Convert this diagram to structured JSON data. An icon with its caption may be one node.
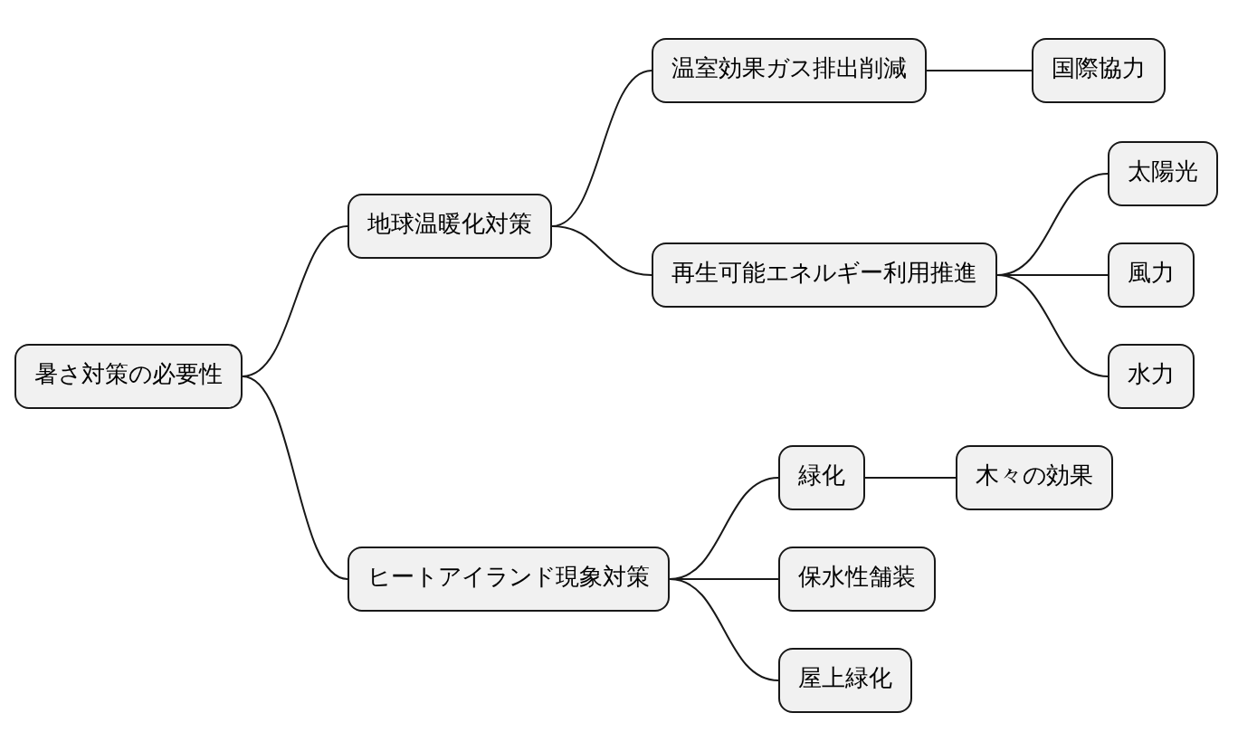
{
  "diagram": {
    "nodes": [
      {
        "text": [
          "暑さ対策の必要性"
        ]
      },
      {
        "text": [
          "地球温暖化対策"
        ]
      },
      {
        "text": [
          "温室効果ガス排出削減"
        ]
      },
      {
        "text": [
          "国際協力"
        ]
      },
      {
        "text": [
          "再生可能エネルギー利用推進"
        ]
      },
      {
        "text": [
          "太陽光"
        ]
      },
      {
        "text": [
          "風力"
        ]
      },
      {
        "text": [
          "水力"
        ]
      },
      {
        "text": [
          "ヒートアイランド現象対策"
        ]
      },
      {
        "text": [
          "緑化"
        ]
      },
      {
        "text": [
          "木々の効果"
        ]
      },
      {
        "text": [
          "保水性舗装"
        ]
      },
      {
        "text": [
          "屋上緑化"
        ]
      }
    ],
    "edges": [
      {
        "from": 0,
        "to": 1,
        "arrow": "none"
      },
      {
        "from": 1,
        "to": 2,
        "arrow": "none"
      },
      {
        "from": 2,
        "to": 3,
        "arrow": "none"
      },
      {
        "from": 1,
        "to": 4,
        "arrow": "none"
      },
      {
        "from": 4,
        "to": 5,
        "arrow": "none"
      },
      {
        "from": 4,
        "to": 6,
        "arrow": "none"
      },
      {
        "from": 4,
        "to": 7,
        "arrow": "none"
      },
      {
        "from": 0,
        "to": 8,
        "arrow": "none"
      },
      {
        "from": 8,
        "to": 9,
        "arrow": "none"
      },
      {
        "from": 9,
        "to": 10,
        "arrow": "none"
      },
      {
        "from": 8,
        "to": 11,
        "arrow": "none"
      },
      {
        "from": 8,
        "to": 12,
        "arrow": "none"
      }
    ]
  }
}
